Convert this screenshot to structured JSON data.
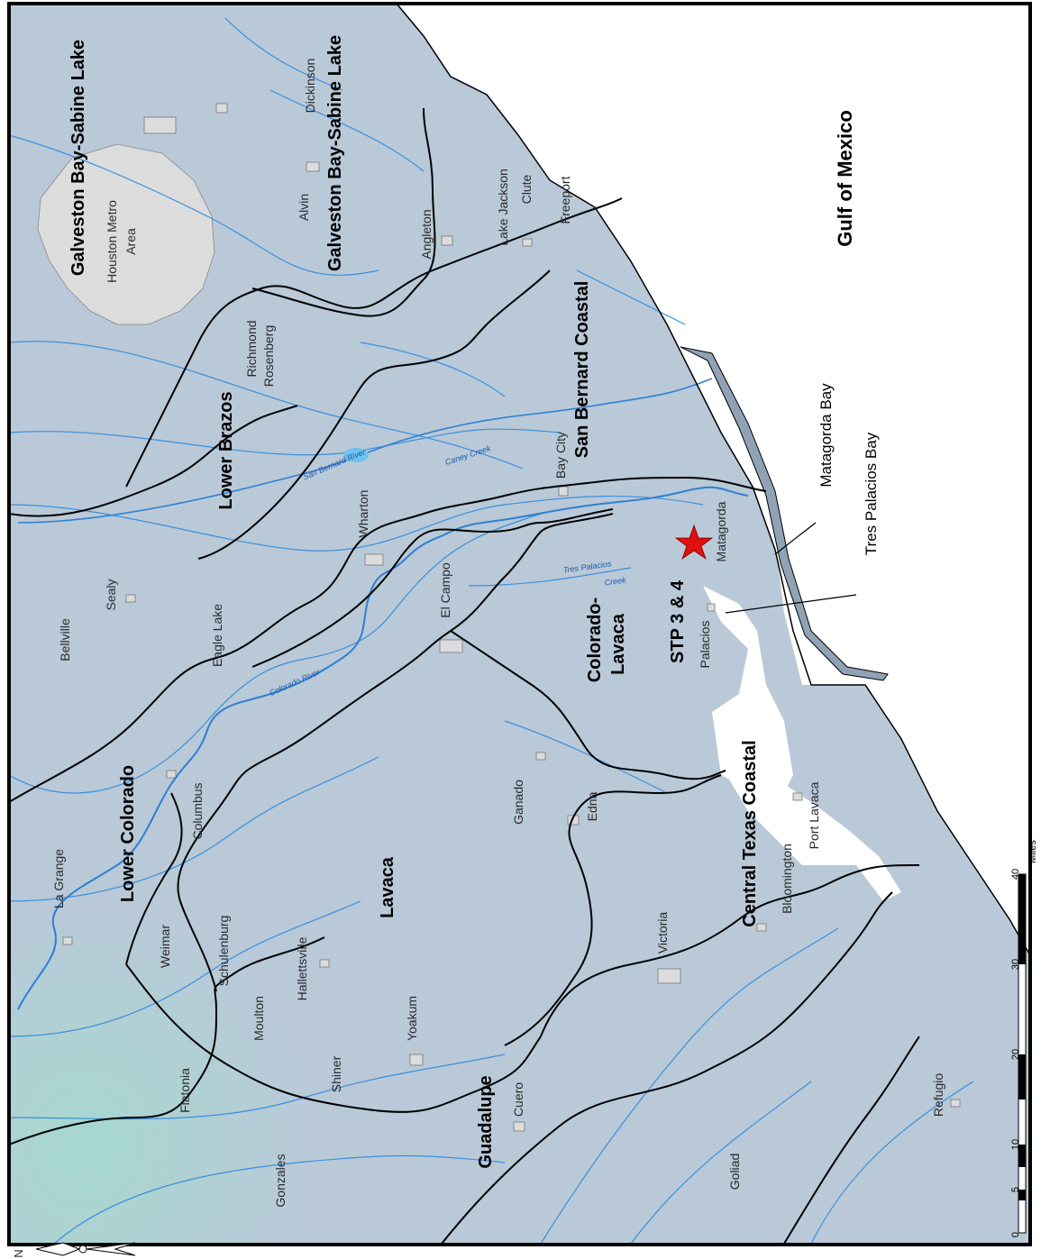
{
  "towns": [
    {
      "id": "houston",
      "text": "Houston Metro"
    },
    {
      "id": "area",
      "text": "Area"
    },
    {
      "id": "dickinson",
      "text": "Dickinson"
    },
    {
      "id": "alvin",
      "text": "Alvin"
    },
    {
      "id": "angleton",
      "text": "Angleton"
    },
    {
      "id": "lakejackson",
      "text": "Lake Jackson"
    },
    {
      "id": "clute",
      "text": "Clute"
    },
    {
      "id": "freeport",
      "text": "Freeport"
    },
    {
      "id": "richmond",
      "text": "Richmond"
    },
    {
      "id": "rosenberg",
      "text": "Rosenberg"
    },
    {
      "id": "baycity",
      "text": "Bay City"
    },
    {
      "id": "wharton",
      "text": "Wharton"
    },
    {
      "id": "matagorda",
      "text": "Matagorda"
    },
    {
      "id": "sealy",
      "text": "Sealy"
    },
    {
      "id": "bellville",
      "text": "Bellville"
    },
    {
      "id": "eaglelake",
      "text": "Eagle Lake"
    },
    {
      "id": "elcampo",
      "text": "El Campo"
    },
    {
      "id": "palacios",
      "text": "Palacios"
    },
    {
      "id": "columbus",
      "text": "Columbus"
    },
    {
      "id": "lagrange",
      "text": "La Grange"
    },
    {
      "id": "ganado",
      "text": "Ganado"
    },
    {
      "id": "edna",
      "text": "Edna"
    },
    {
      "id": "weimar",
      "text": "Weimar"
    },
    {
      "id": "schulenburg",
      "text": "Schulenburg"
    },
    {
      "id": "hallettsville",
      "text": "Hallettsville"
    },
    {
      "id": "moulton",
      "text": "Moulton"
    },
    {
      "id": "yoakum",
      "text": "Yoakum"
    },
    {
      "id": "shiner",
      "text": "Shiner"
    },
    {
      "id": "flatonia",
      "text": "Flatonia"
    },
    {
      "id": "cuero",
      "text": "Cuero"
    },
    {
      "id": "gonzales",
      "text": "Gonzales"
    },
    {
      "id": "victoria",
      "text": "Victoria"
    },
    {
      "id": "goliad",
      "text": "Goliad"
    },
    {
      "id": "bloomington",
      "text": "Bloomington"
    },
    {
      "id": "portlavaca",
      "text": "Port Lavaca"
    },
    {
      "id": "refugio",
      "text": "Refugio"
    }
  ],
  "basins": [
    {
      "id": "gbsl1",
      "text": "Galveston Bay-Sabine Lake"
    },
    {
      "id": "gbsl2",
      "text": "Galveston Bay-Sabine Lake"
    },
    {
      "id": "lowerbrazos",
      "text": "Lower Brazos"
    },
    {
      "id": "sanbernard",
      "text": "San Bernard Coastal"
    },
    {
      "id": "colorado1",
      "text": "Colorado-"
    },
    {
      "id": "colorado2",
      "text": "Lavaca"
    },
    {
      "id": "stp",
      "text": "STP 3 & 4"
    },
    {
      "id": "lowercolorado",
      "text": "Lower Colorado"
    },
    {
      "id": "lavaca",
      "text": "Lavaca"
    },
    {
      "id": "centraltexas",
      "text": "Central Texas Coastal"
    },
    {
      "id": "guadalupe",
      "text": "Guadalupe"
    }
  ],
  "rivers": [
    {
      "id": "sanbernardriver",
      "text": "San Bernard River"
    },
    {
      "id": "caneycreek",
      "text": "Caney Creek"
    },
    {
      "id": "tpcreek1",
      "text": "Tres Palacios"
    },
    {
      "id": "tpcreek2",
      "text": "Creek"
    },
    {
      "id": "coloradoriver",
      "text": "Colorado River"
    }
  ],
  "water_bodies": {
    "gulf": "Gulf of Mexico",
    "matagorda_bay": "Matagorda Bay",
    "tres_palacios_bay": "Tres Palacios Bay"
  },
  "scale_bar": {
    "ticks": [
      "0",
      "5",
      "10",
      "20",
      "30",
      "40"
    ],
    "unit": "Miles"
  },
  "north_arrow": {
    "label": "N"
  },
  "colors": {
    "basin_fill": "#b9c9d8",
    "upland_fill": "#a9d6d3",
    "urban_fill": "#dcdcdc",
    "river": "#3a8fdc",
    "boundary": "#000000",
    "site_star": "#e01010"
  }
}
